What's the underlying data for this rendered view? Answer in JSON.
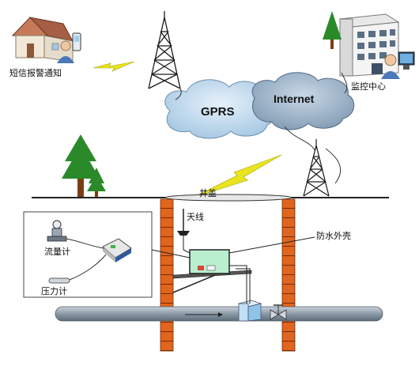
{
  "labels": {
    "sms_alarm": "短信报警通知",
    "monitor_center": "监控中心",
    "gprs": "GPRS",
    "internet": "Internet",
    "manhole_cover": "井盖",
    "antenna": "天线",
    "waterproof_case": "防水外壳",
    "flow_meter": "流量计",
    "pressure_meter": "压力计"
  },
  "colors": {
    "ground": "#222222",
    "brick": "#e0651e",
    "brick_line": "#7a2a05",
    "cloud": "#bcd7ec",
    "cloud_dark": "#6b8fb0",
    "tree": "#2a8a2a",
    "trunk": "#7a3e14",
    "lightning": "#e8e420",
    "pipe": "#8c9aa8",
    "box_green": "#b9efcf",
    "valve": "#bfe0f5"
  }
}
